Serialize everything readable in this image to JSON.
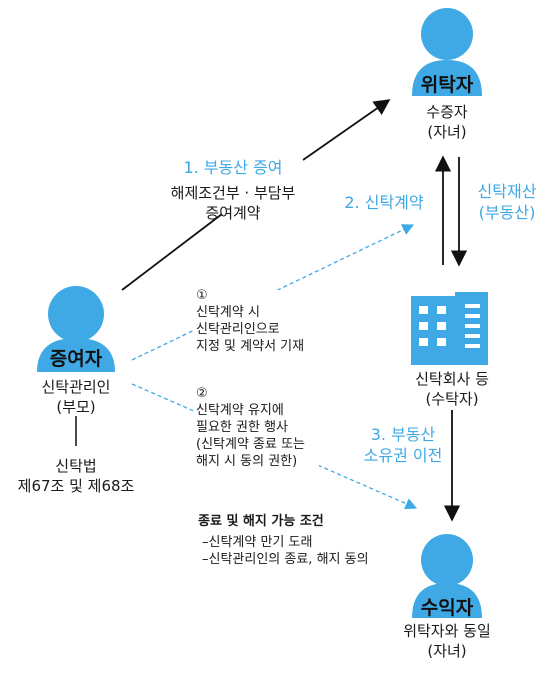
{
  "nodes": {
    "truster": {
      "label": "위탁자",
      "caption_line1": "수증자",
      "caption_line2": "(자녀)"
    },
    "donor": {
      "label": "증여자",
      "caption_line1": "신탁관리인",
      "caption_line2": "(부모)",
      "law_line1": "신탁법",
      "law_line2": "제67조 및 제68조"
    },
    "trust_company": {
      "caption_line1": "신탁회사 등",
      "caption_line2": "(수탁자)"
    },
    "beneficiary": {
      "label": "수익자",
      "caption_line1": "위탁자와 동일",
      "caption_line2": "(자녀)"
    }
  },
  "edges": {
    "gift": {
      "title": "1. 부동산 증여",
      "sub_line1": "해제조건부 · 부담부",
      "sub_line2": "증여계약"
    },
    "trust_contract": {
      "title": "2. 신탁계약"
    },
    "trust_property": {
      "line1": "신탁재산",
      "line2": "(부동산)"
    },
    "transfer": {
      "line1": "3. 부동산",
      "line2": "소유권 이전"
    },
    "note1": {
      "marker": "①",
      "line1": "신탁계약 시",
      "line2": "신탁관리인으로",
      "line3": "지정 및 계약서 기재"
    },
    "note2": {
      "marker": "②",
      "line1": "신탁계약 유지에",
      "line2": "필요한 권한 행사",
      "line3": "(신탁계약 종료 또는",
      "line4": "해지 시 동의 권한)"
    }
  },
  "conditions": {
    "title": "종료 및 해지 가능 조건",
    "item1": "–신탁계약 만기 도래",
    "item2": "–신탁관리인의 종료, 해지 동의"
  },
  "colors": {
    "person": "#3fa9e6",
    "accent": "#3fa9e6",
    "line": "#111111"
  },
  "icons": {
    "person": "person-icon",
    "building": "building-icon"
  }
}
